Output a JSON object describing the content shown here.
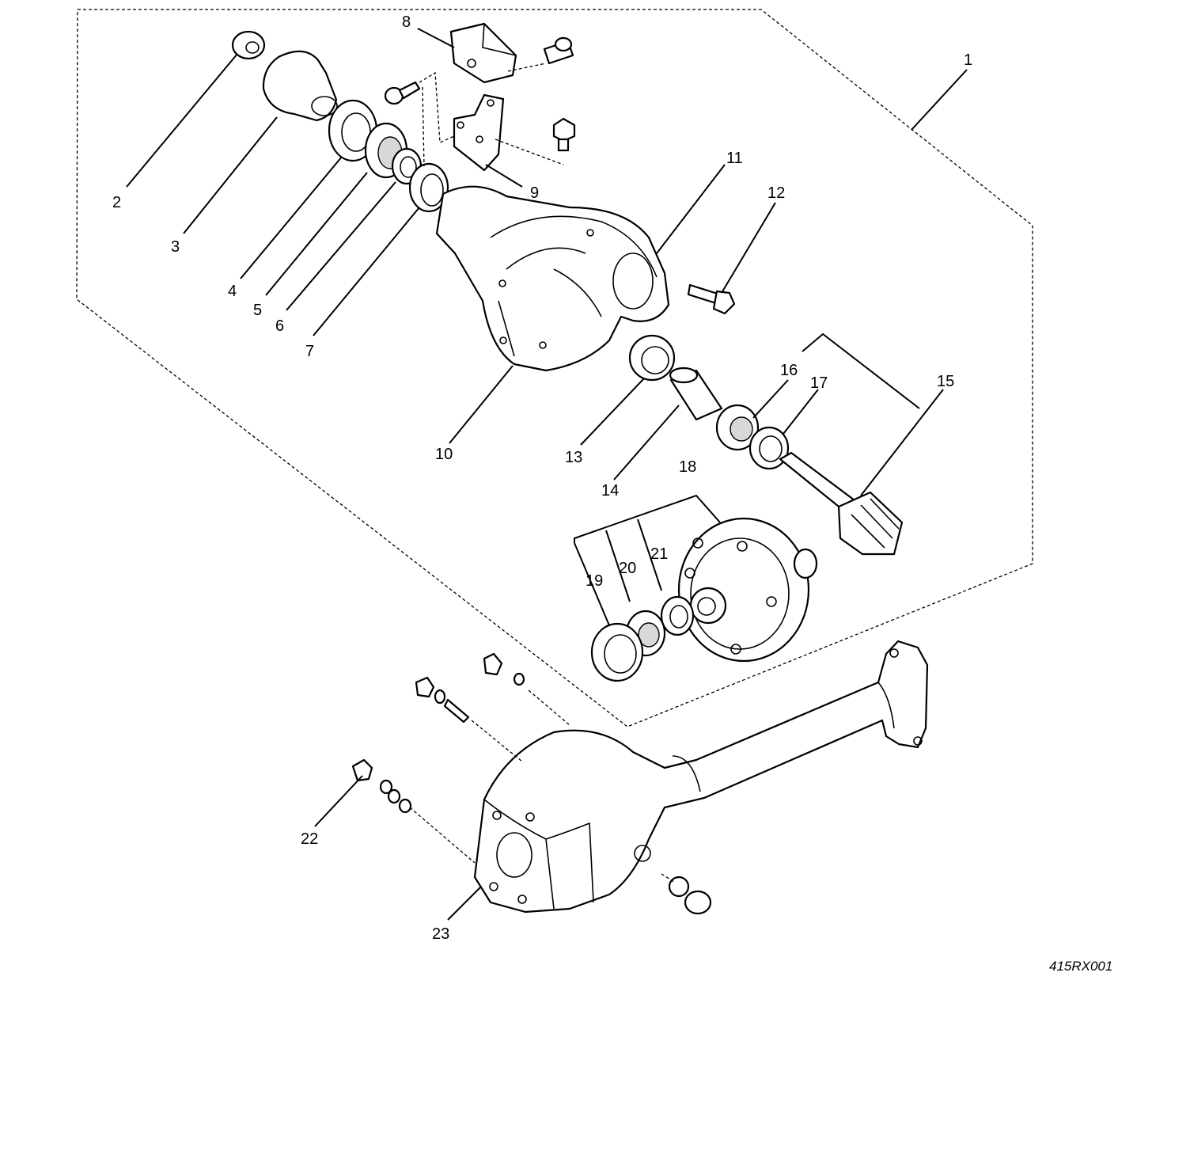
{
  "labels": [
    {
      "id": "1",
      "text": "1"
    },
    {
      "id": "2",
      "text": "2"
    },
    {
      "id": "3",
      "text": "3"
    },
    {
      "id": "4",
      "text": "4"
    },
    {
      "id": "5",
      "text": "5"
    },
    {
      "id": "6",
      "text": "6"
    },
    {
      "id": "7",
      "text": "7"
    },
    {
      "id": "8",
      "text": "8"
    },
    {
      "id": "9",
      "text": "9"
    },
    {
      "id": "10",
      "text": "10"
    },
    {
      "id": "11",
      "text": "11"
    },
    {
      "id": "12",
      "text": "12"
    },
    {
      "id": "13",
      "text": "13"
    },
    {
      "id": "14",
      "text": "14"
    },
    {
      "id": "15",
      "text": "15"
    },
    {
      "id": "16",
      "text": "16"
    },
    {
      "id": "17",
      "text": "17"
    },
    {
      "id": "18",
      "text": "18"
    },
    {
      "id": "19",
      "text": "19"
    },
    {
      "id": "20",
      "text": "20"
    },
    {
      "id": "21",
      "text": "21"
    },
    {
      "id": "22",
      "text": "22"
    },
    {
      "id": "23",
      "text": "23"
    }
  ],
  "figure_code": "415RX001"
}
